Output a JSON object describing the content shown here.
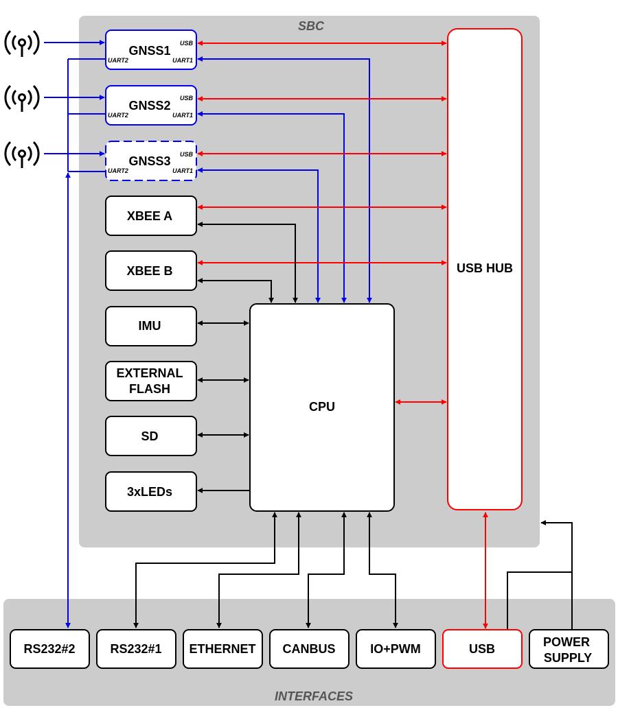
{
  "groups": {
    "sbc": "SBC",
    "interfaces": "INTERFACES"
  },
  "gnss": [
    {
      "name": "GNSS1",
      "usb": "USB",
      "uart1": "UART1",
      "uart2": "UART2"
    },
    {
      "name": "GNSS2",
      "usb": "USB",
      "uart1": "UART1",
      "uart2": "UART2"
    },
    {
      "name": "GNSS3",
      "usb": "USB",
      "uart1": "UART1",
      "uart2": "UART2",
      "optional": true
    }
  ],
  "modules": {
    "xbee_a": "XBEE A",
    "xbee_b": "XBEE B",
    "imu": "IMU",
    "flash_line1": "EXTERNAL",
    "flash_line2": "FLASH",
    "sd": "SD",
    "leds": "3xLEDs",
    "cpu": "CPU",
    "usb_hub": "USB HUB"
  },
  "interfaces": {
    "rs232_2": "RS232#2",
    "rs232_1": "RS232#1",
    "ethernet": "ETHERNET",
    "canbus": "CANBUS",
    "io_pwm": "IO+PWM",
    "usb": "USB",
    "power_line1": "POWER",
    "power_line2": "SUPPLY"
  },
  "colors": {
    "usb_link": "#ff0000",
    "uart_link": "#0000ee",
    "link": "#000000",
    "group_bg": "#cccccc"
  }
}
